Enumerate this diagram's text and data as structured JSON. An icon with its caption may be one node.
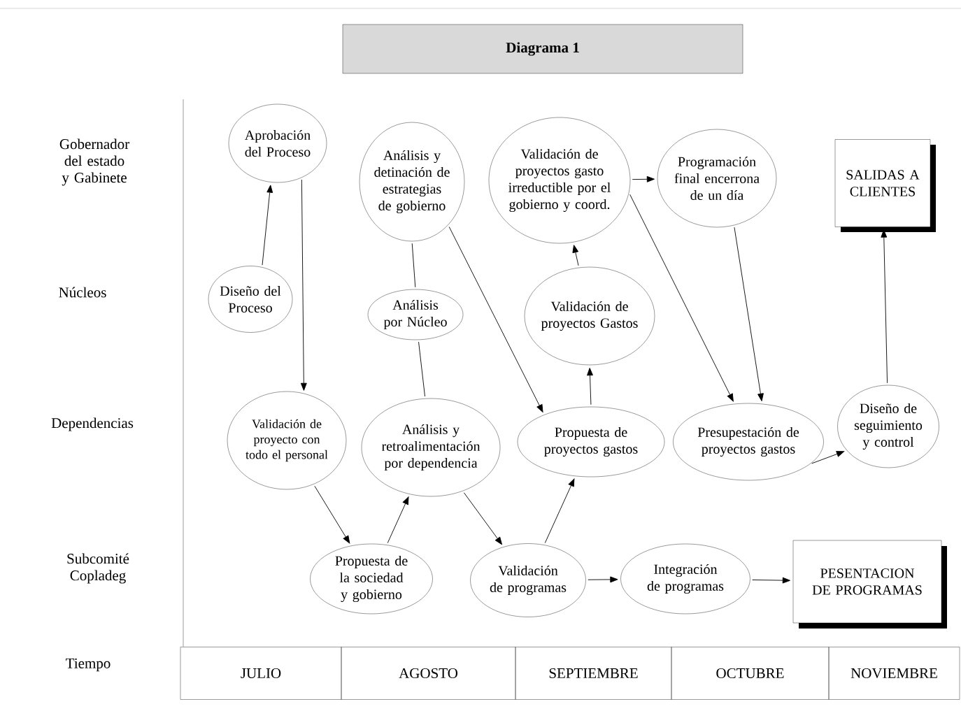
{
  "diagram": {
    "title": "Diagrama 1",
    "nodes": [
      {
        "text": [
          "Aprobación del Proceso"
        ]
      },
      {
        "text": [
          "Análisis y detinación de estrategias de gobierno"
        ]
      },
      {
        "text": [
          "Validación de proyectos gasto irreductible por el gobierno y coord."
        ]
      },
      {
        "text": [
          "Programación final encerrona de un día"
        ]
      },
      {
        "text": [
          "SALIDAS A CLIENTES"
        ]
      },
      {
        "text": [
          "Diseño del Proceso"
        ]
      },
      {
        "text": [
          "Análisis por Núcleo"
        ]
      },
      {
        "text": [
          "Validación de proyectos Gastos"
        ]
      },
      {
        "text": [
          "Validación de proyecto con todo el personal"
        ]
      },
      {
        "text": [
          "Análisis y retroalimentación por dependencia"
        ]
      },
      {
        "text": [
          "Propuesta de proyectos gastos"
        ]
      },
      {
        "text": [
          "Presupestación de proyectos gastos"
        ]
      },
      {
        "text": [
          "Diseño de seguimiento y control"
        ]
      },
      {
        "text": [
          "Propuesta de la sociedad y gobierno"
        ]
      },
      {
        "text": [
          "Validación de programas"
        ]
      },
      {
        "text": [
          "Integración de programas"
        ]
      },
      {
        "text": [
          "PESENTACION DE PROGRAMAS"
        ]
      }
    ],
    "edges": [
      {
        "from": 5,
        "to": 0,
        "arrow": "to"
      },
      {
        "from": 0,
        "to": 8,
        "arrow": "to"
      },
      {
        "from": 1,
        "to": 6,
        "arrow": "none"
      },
      {
        "from": 6,
        "to": 9,
        "arrow": "none"
      },
      {
        "from": 1,
        "to": 10,
        "arrow": "to"
      },
      {
        "from": 8,
        "to": 13,
        "arrow": "to"
      },
      {
        "from": 13,
        "to": 9,
        "arrow": "to"
      },
      {
        "from": 9,
        "to": 14,
        "arrow": "to"
      },
      {
        "from": 14,
        "to": 10,
        "arrow": "to"
      },
      {
        "from": 14,
        "to": 15,
        "arrow": "to"
      },
      {
        "from": 15,
        "to": 16,
        "arrow": "to"
      },
      {
        "from": 10,
        "to": 7,
        "arrow": "to"
      },
      {
        "from": 7,
        "to": 2,
        "arrow": "to"
      },
      {
        "from": 2,
        "to": 3,
        "arrow": "to"
      },
      {
        "from": 2,
        "to": 11,
        "arrow": "to"
      },
      {
        "from": 3,
        "to": 11,
        "arrow": "to"
      },
      {
        "from": 11,
        "to": 12,
        "arrow": "to"
      },
      {
        "from": 12,
        "to": 4,
        "arrow": "to"
      }
    ],
    "labels": [
      "Gobernador del estado y Gabinete",
      "Núcleos",
      "Dependencias",
      "Subcomité Copladeg",
      "Tiempo",
      "JULIO",
      "AGOSTO",
      "SEPTIEMBRE",
      "OCTUBRE",
      "NOVIEMBRE"
    ]
  }
}
